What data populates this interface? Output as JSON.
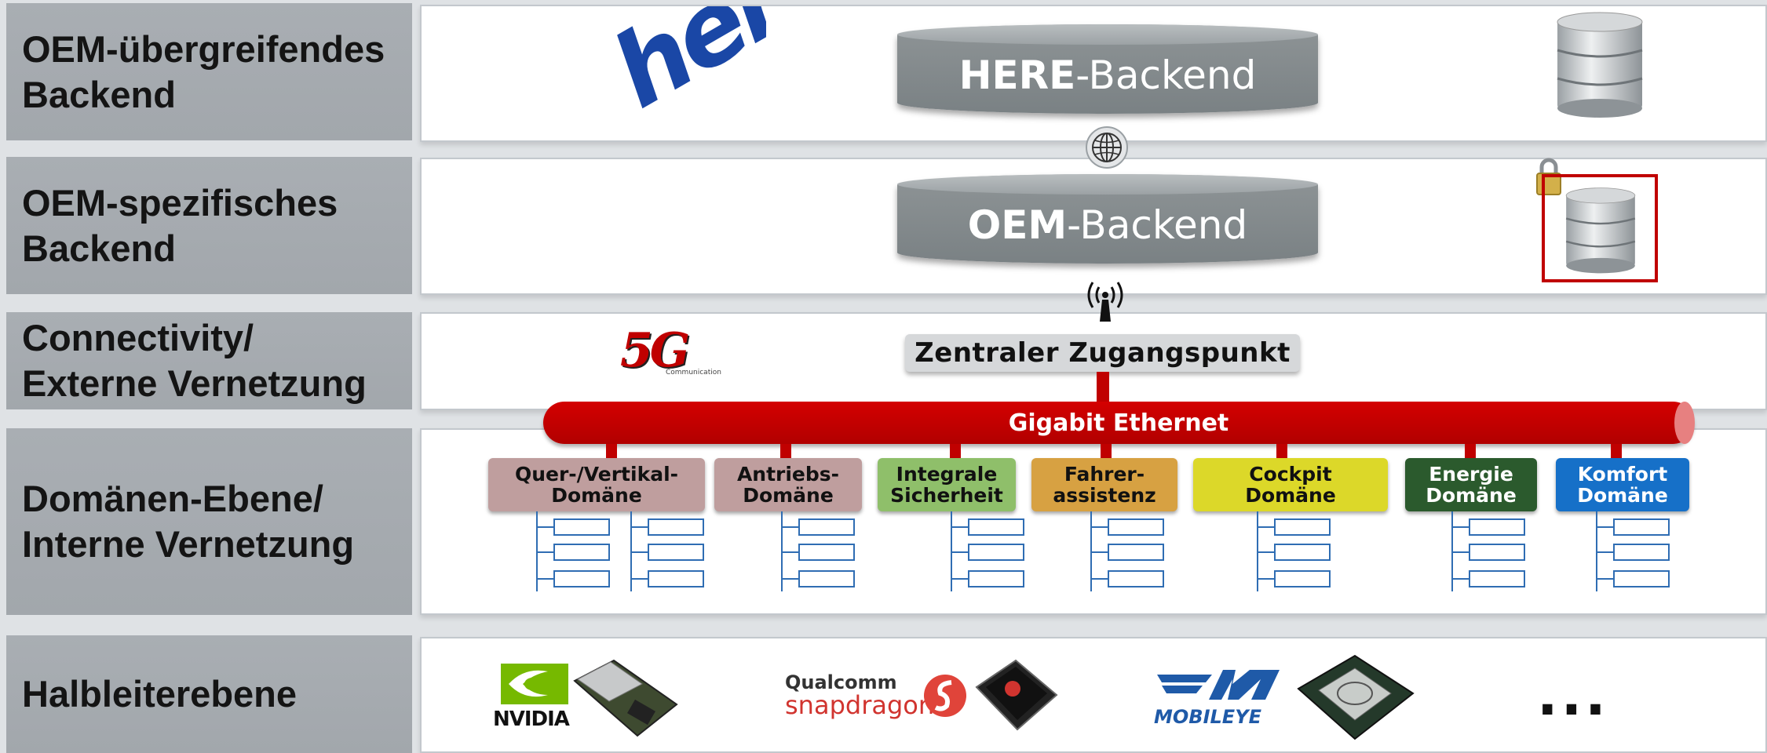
{
  "layers": [
    {
      "id": "backend-global",
      "label_line1": "OEM-übergreifendes",
      "label_line2": "Backend"
    },
    {
      "id": "backend-oem",
      "label_line1": "OEM-spezifisches",
      "label_line2": "Backend"
    },
    {
      "id": "connectivity",
      "label_line1": "Connectivity/",
      "label_line2": "Externe Vernetzung"
    },
    {
      "id": "domains",
      "label_line1": "Domänen-Ebene/",
      "label_line2": "Interne Vernetzung"
    },
    {
      "id": "semiconductor",
      "label_line1": "Halbleiterebene",
      "label_line2": ""
    }
  ],
  "here_logo_text": "here",
  "here_backend": {
    "bold": "HERE",
    "rest": "-Backend"
  },
  "oem_backend": {
    "bold": "OEM",
    "rest": "-Backend"
  },
  "access_point": "Zentraler Zugangspunkt",
  "ethernet": "Gigabit Ethernet",
  "fiveg_logo": {
    "mark": "5G",
    "sub": "Communication"
  },
  "domains": [
    {
      "line1": "Quer-/Vertikal-",
      "line2": "Domäne",
      "bg": "#bf9e9e",
      "fg": "#111111"
    },
    {
      "line1": "Antriebs-",
      "line2": "Domäne",
      "bg": "#bf9e9e",
      "fg": "#111111"
    },
    {
      "line1": "Integrale",
      "line2": "Sicherheit",
      "bg": "#8fbf6a",
      "fg": "#111111"
    },
    {
      "line1": "Fahrer-",
      "line2": "assistenz",
      "bg": "#d7a142",
      "fg": "#111111"
    },
    {
      "line1": "Cockpit",
      "line2": "Domäne",
      "bg": "#dcd829",
      "fg": "#111111"
    },
    {
      "line1": "Energie",
      "line2": "Domäne",
      "bg": "#2b5a2d",
      "fg": "#ffffff"
    },
    {
      "line1": "Komfort",
      "line2": "Domäne",
      "bg": "#1670c8",
      "fg": "#ffffff"
    }
  ],
  "chip_vendors": {
    "nvidia": "NVIDIA",
    "qualcomm": "Qualcomm",
    "snapdragon": "snapdragon",
    "mobileye": "MOBILEYE",
    "more": "..."
  },
  "colors": {
    "ethernet": "#c00000",
    "tree": "#2f6db3",
    "label_bg": "#a7acb1"
  },
  "icons": [
    "database-icon",
    "globe-icon",
    "antenna-icon",
    "padlock-icon"
  ]
}
